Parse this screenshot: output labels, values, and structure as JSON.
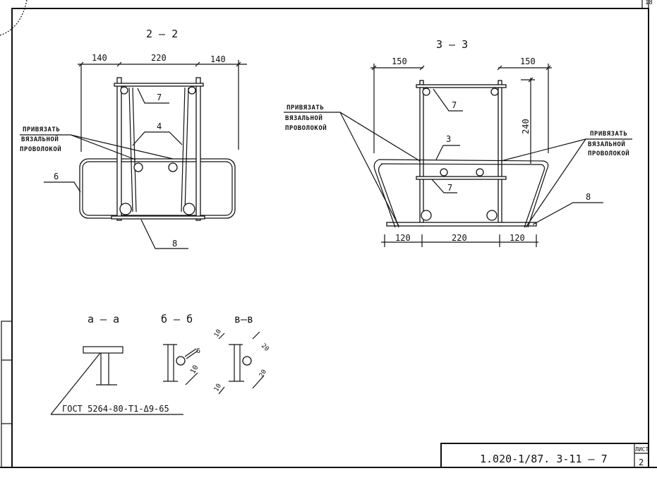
{
  "sheet": {
    "page_corner": "18",
    "code": "1.020-1/87.  3-11 — 7",
    "sheet_label": "ЛИСТ",
    "sheet_number": "2"
  },
  "section22": {
    "title": "2 — 2",
    "dims": [
      "140",
      "220",
      "140"
    ],
    "callouts": [
      "7",
      "4",
      "6",
      "8"
    ],
    "note": [
      "ПРИВЯЗАТЬ",
      "ВЯЗАЛЬНОЙ",
      "ПРОВОЛОКОЙ"
    ]
  },
  "section33": {
    "title": "3 — 3",
    "dims_top": [
      "150",
      "150"
    ],
    "dim_vertical": "240",
    "dims_bottom": [
      "120",
      "220",
      "120"
    ],
    "callouts": [
      "7",
      "3",
      "7",
      "8"
    ],
    "note_left": [
      "ПРИВЯЗАТЬ",
      "ВЯЗАЛЬНОЙ",
      "ПРОВОЛОКОЙ"
    ],
    "note_right": [
      "ПРИВЯЗАТЬ",
      "ВЯЗАЛЬНОЙ",
      "ПРОВОЛОКОЙ"
    ]
  },
  "details": {
    "aa_title": "а — а",
    "bb_title": "б — б",
    "vv_title": "в—в",
    "bb_dims": [
      "6",
      "10"
    ],
    "vv_dims": [
      "10",
      "20",
      "20",
      "10"
    ],
    "gost": "ГОСТ 5264-80-Т1-Δ9-65"
  }
}
